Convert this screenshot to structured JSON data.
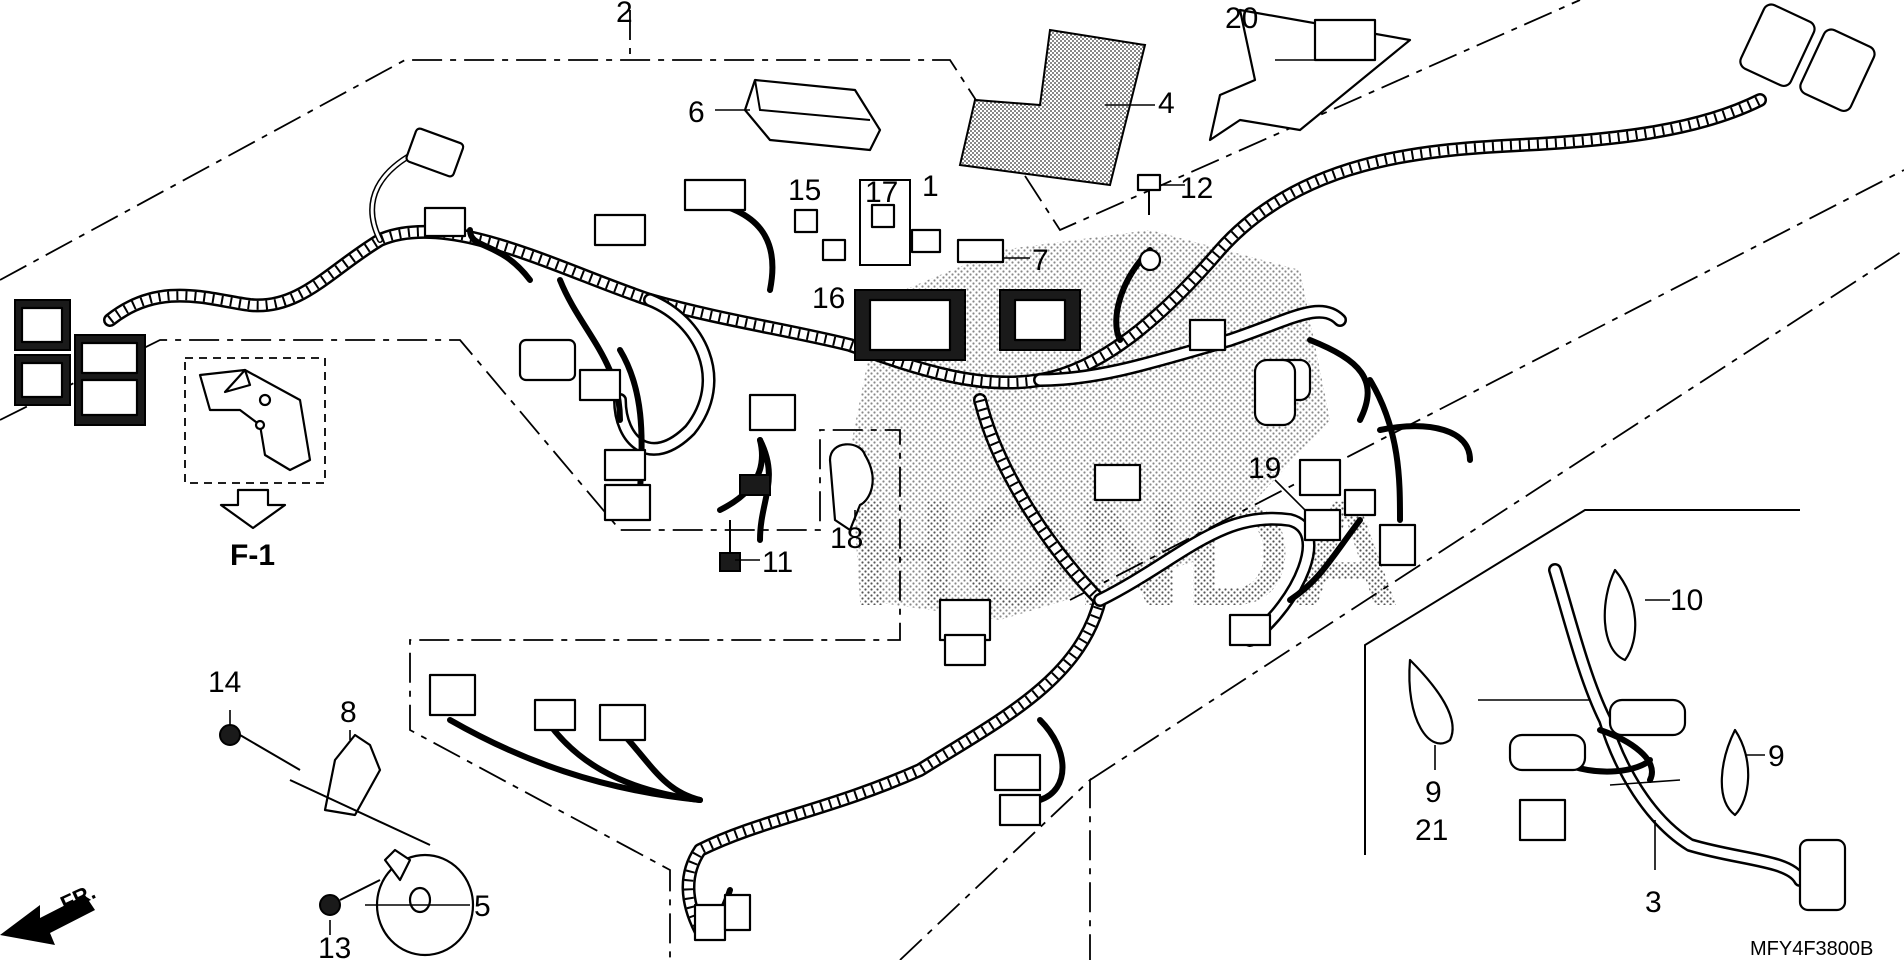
{
  "callouts": {
    "c1": "1",
    "c2": "2",
    "c3": "3",
    "c4": "4",
    "c5": "5",
    "c6": "6",
    "c7": "7",
    "c8": "8",
    "c9a": "9",
    "c9b": "9",
    "c10": "10",
    "c11": "11",
    "c12": "12",
    "c13": "13",
    "c14": "14",
    "c15": "15",
    "c16": "16",
    "c17": "17",
    "c18": "18",
    "c19": "19",
    "c20": "20",
    "c21": "21"
  },
  "reference": "F-1",
  "front_marker": "FR.",
  "drawing_code": "MFY4F3800B"
}
